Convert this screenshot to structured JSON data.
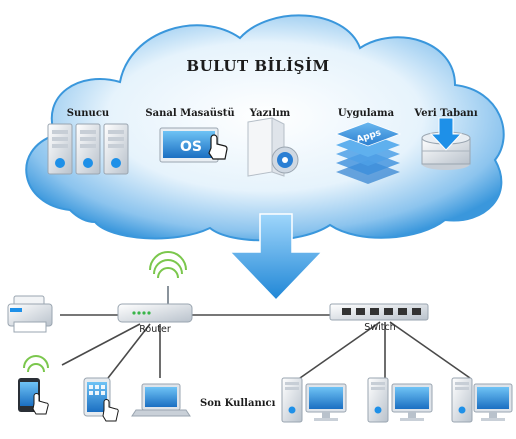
{
  "diagram": {
    "title": "BULUT BİLİŞİM",
    "services": [
      {
        "label": "Sunucu",
        "icon": "server-rack-icon"
      },
      {
        "label": "Sanal Masaüstü",
        "icon": "os-monitor-icon",
        "badge": "OS"
      },
      {
        "label": "Yazılım",
        "icon": "software-box-icon"
      },
      {
        "label": "Uygulama",
        "icon": "apps-stack-icon",
        "badge": "Apps"
      },
      {
        "label": "Veri Tabanı",
        "icon": "database-download-icon"
      }
    ],
    "router_label": "Router",
    "switch_label": "Switch",
    "end_users_label": "Son Kullanıcı",
    "colors": {
      "cloud": "#3a97dc",
      "cloud_light": "#d8ecfa",
      "arrow": "#2f9fe6",
      "line": "#4a4a4a"
    }
  }
}
